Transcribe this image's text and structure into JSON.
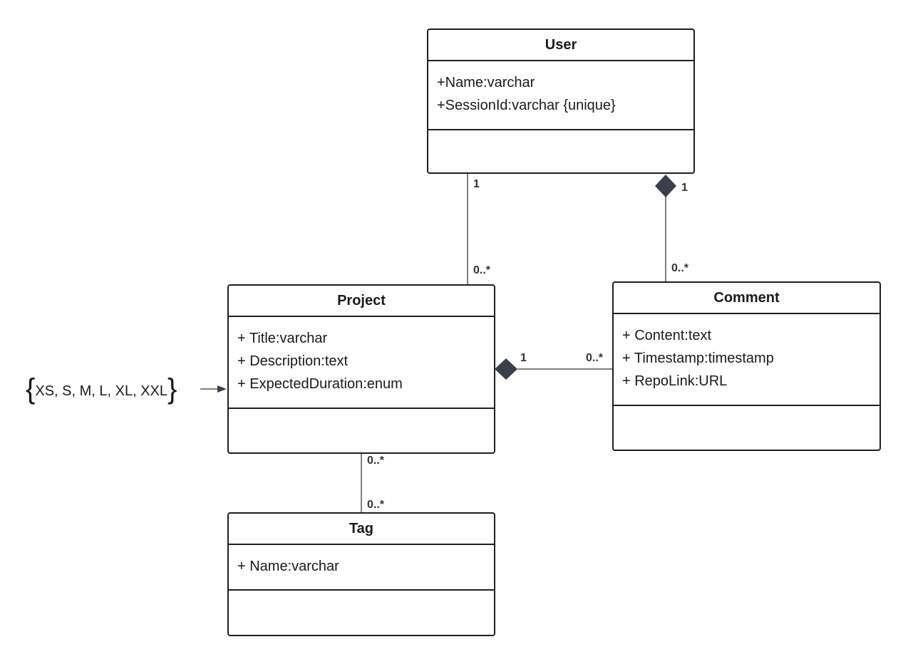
{
  "classes": {
    "user": {
      "name": "User",
      "attributes": [
        "+Name:varchar",
        "+SessionId:varchar {unique}"
      ]
    },
    "project": {
      "name": "Project",
      "attributes": [
        "+ Title:varchar",
        "+ Description:text",
        "+ ExpectedDuration:enum"
      ]
    },
    "comment": {
      "name": "Comment",
      "attributes": [
        "+ Content:text",
        "+ Timestamp:timestamp",
        "+ RepoLink:URL"
      ]
    },
    "tag": {
      "name": "Tag",
      "attributes": [
        "+ Name:varchar"
      ]
    }
  },
  "associations": {
    "user_project": {
      "user_end": "1",
      "project_end": "0..*"
    },
    "user_comment": {
      "user_end": "1",
      "comment_end": "0..*",
      "type": "composition"
    },
    "project_comment": {
      "project_end": "1",
      "comment_end": "0..*",
      "type": "composition"
    },
    "project_tag": {
      "project_end": "0..*",
      "tag_end": "0..*"
    }
  },
  "enum_note": {
    "open_brace": "{",
    "values": "XS, S, M, L, XL, XXL",
    "close_brace": "}"
  },
  "colors": {
    "line": "#555555",
    "border": "#1f1f1f",
    "diamond": "#3a3f4b"
  }
}
